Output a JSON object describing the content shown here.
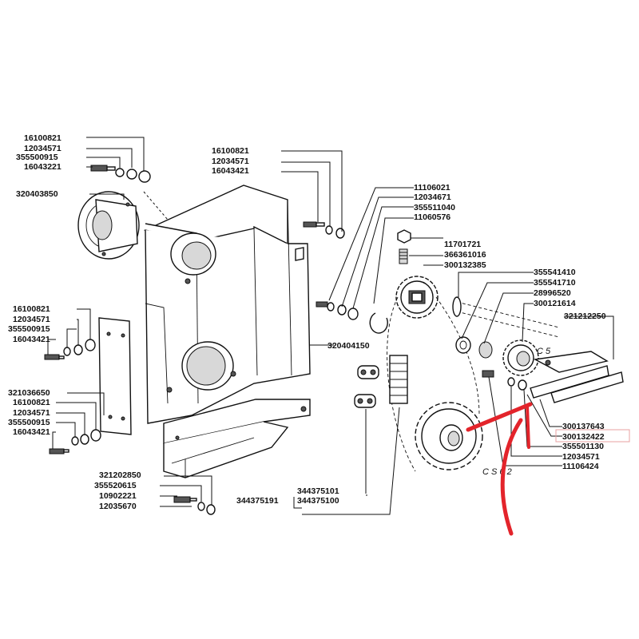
{
  "colors": {
    "line": "#111111",
    "highlight_box": "#e8a0a0",
    "marker": "#e3242b",
    "background": "#ffffff"
  },
  "labels": {
    "tl_1": "16100821",
    "tl_2": "12034571",
    "tl_3": "355500915",
    "tl_4": "16043221",
    "tl_5": "320403850",
    "tc_1": "16100821",
    "tc_2": "12034571",
    "tc_3": "16043421",
    "ml_1": "16100821",
    "ml_2": "12034571",
    "ml_3": "355500915",
    "ml_4": "16043421",
    "ll_1": "321036650",
    "ll_2": "16100821",
    "ll_3": "12034571",
    "ll_4": "355500915",
    "ll_5": "16043421",
    "bl_1": "321202850",
    "bl_2": "355520615",
    "bl_3": "10902221",
    "bl_4": "12035670",
    "cover": "320404150",
    "rt_1": "11106021",
    "rt_2": "12034671",
    "rt_3": "355511040",
    "rt_4": "11060576",
    "rt_5": "11701721",
    "rt_6": "366361016",
    "rt_7": "300132385",
    "rr_1": "355541410",
    "rr_2": "355541710",
    "rr_3": "28996520",
    "rr_4": "300121614",
    "rr_5": "321212250",
    "rb_1": "300137643",
    "rb_2": "300132422",
    "rb_3": "355501130",
    "rb_4": "12034571",
    "rb_5": "11106424",
    "ch_1": "344375101",
    "ch_2": "344375191",
    "ch_3": "344375100",
    "ann_c5": "C 5",
    "ann_c": "C S 6 2"
  }
}
